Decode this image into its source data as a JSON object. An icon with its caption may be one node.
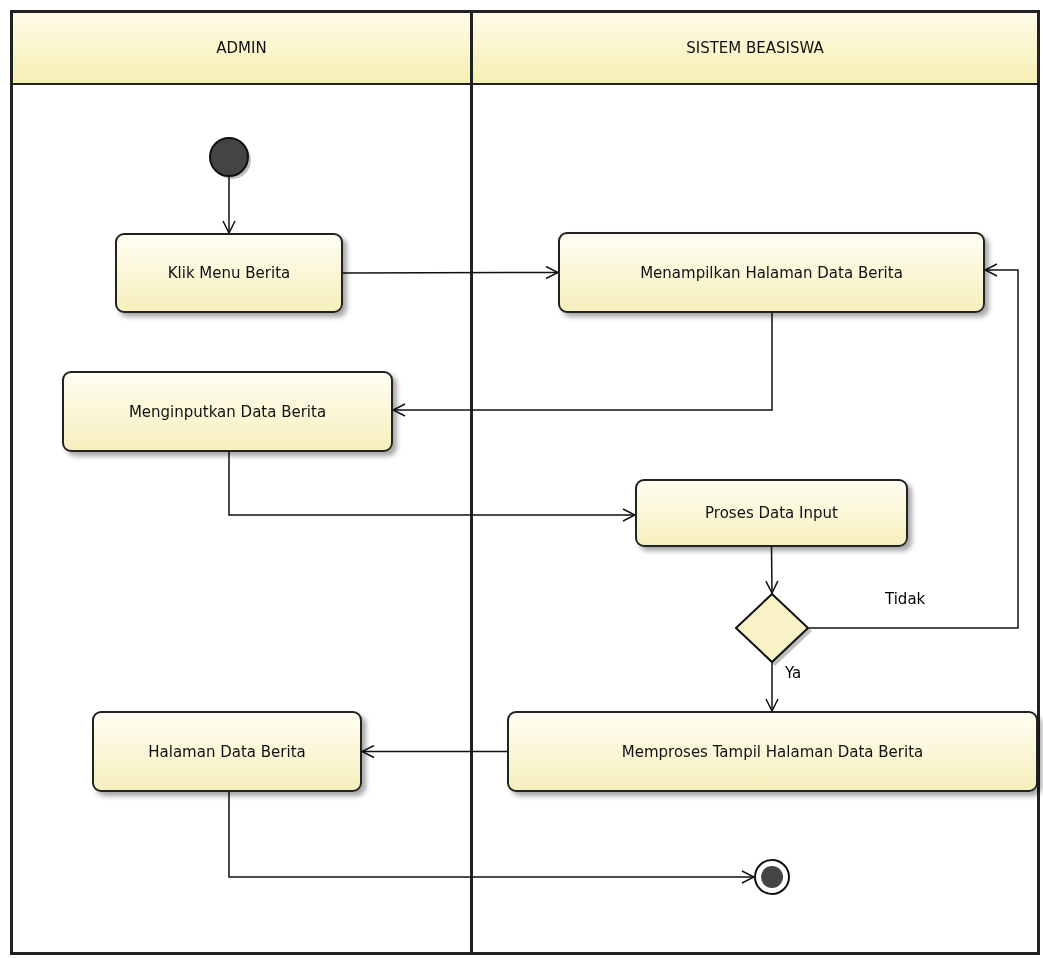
{
  "diagram": {
    "nodes": [
      {
        "text": [
          "ADMIN"
        ]
      },
      {
        "text": [
          "SISTEM BEASISWA"
        ]
      },
      {
        "text": [],
        "shape": "circle",
        "in": 0
      },
      {
        "text": [
          "Klik Menu Berita"
        ],
        "in": 0
      },
      {
        "text": [
          "Menampilkan Halaman Data Berita"
        ],
        "in": 1
      },
      {
        "text": [
          "Menginputkan Data Berita"
        ],
        "in": 0
      },
      {
        "text": [
          "Proses Data Input"
        ],
        "in": 1
      },
      {
        "text": [],
        "shape": "diamond",
        "in": 1
      },
      {
        "text": [
          "Halaman Data Berita"
        ],
        "in": 0
      },
      {
        "text": [
          "Memproses Tampil Halaman Data Berita"
        ],
        "in": 1
      },
      {
        "text": [],
        "shape": "circle",
        "in": 1
      }
    ],
    "edges": [
      {
        "from": 2,
        "to": 3,
        "arrow": "to"
      },
      {
        "from": 3,
        "to": 4,
        "arrow": "to"
      },
      {
        "from": 4,
        "to": 5,
        "arrow": "to"
      },
      {
        "from": 5,
        "to": 6,
        "arrow": "to"
      },
      {
        "from": 6,
        "to": 7,
        "arrow": "to"
      },
      {
        "from": 7,
        "to": 4,
        "arrow": "to",
        "label": "Tidak"
      },
      {
        "from": 7,
        "to": 9,
        "arrow": "to",
        "label": "Ya"
      },
      {
        "from": 9,
        "to": 8,
        "arrow": "to"
      },
      {
        "from": 8,
        "to": 10,
        "arrow": "to"
      }
    ]
  }
}
